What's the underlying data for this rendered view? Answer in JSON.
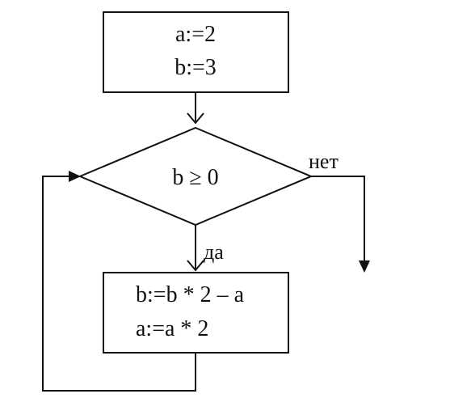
{
  "init_block": {
    "line1": "a:=2",
    "line2": "b:=3"
  },
  "condition": {
    "text": "b ≥ 0",
    "no_label": "нет",
    "yes_label": "да"
  },
  "loop_block": {
    "line1": "b:=b * 2 – a",
    "line2": "a:=a * 2"
  }
}
